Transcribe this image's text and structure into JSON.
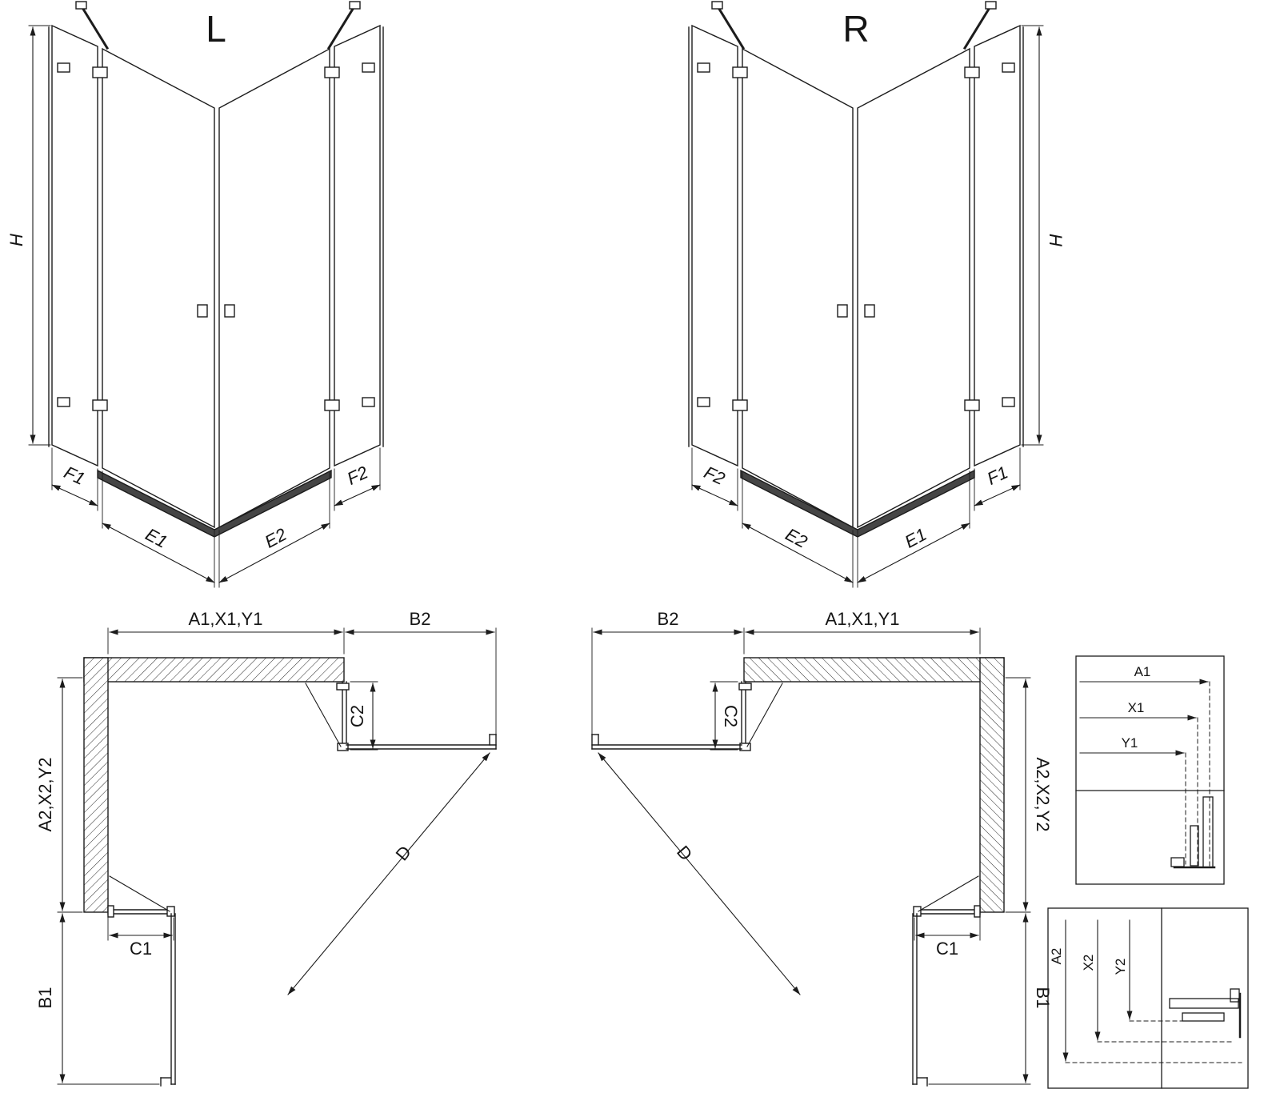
{
  "page": {
    "background_color": "#ffffff",
    "line_color": "#1c1c1c"
  },
  "views_3d": {
    "left": {
      "label": "L",
      "h": "H",
      "f1": "F1",
      "e1": "E1",
      "e2": "E2",
      "f2": "F2"
    },
    "right": {
      "label": "R",
      "h": "H",
      "f1": "F1",
      "e1": "E1",
      "e2": "E2",
      "f2": "F2"
    }
  },
  "plans": {
    "left": {
      "width_top": "A1,X1,Y1",
      "door_side_top": "B2",
      "height_side": "A2,X2,Y2",
      "fixed_right": "C2",
      "fixed_bottom": "C1",
      "door_side_bottom": "B1",
      "entry_diagonal": "D"
    },
    "right": {
      "width_top": "A1,X1,Y1",
      "door_side_top": "B2",
      "height_side": "A2,X2,Y2",
      "fixed_right": "C2",
      "fixed_bottom": "C1",
      "door_side_bottom": "B1",
      "entry_diagonal": "D"
    }
  },
  "details": {
    "width_box": {
      "a1": "A1",
      "x1": "X1",
      "y1": "Y1"
    },
    "height_box": {
      "a2": "A2",
      "x2": "X2",
      "y2": "Y2"
    }
  }
}
